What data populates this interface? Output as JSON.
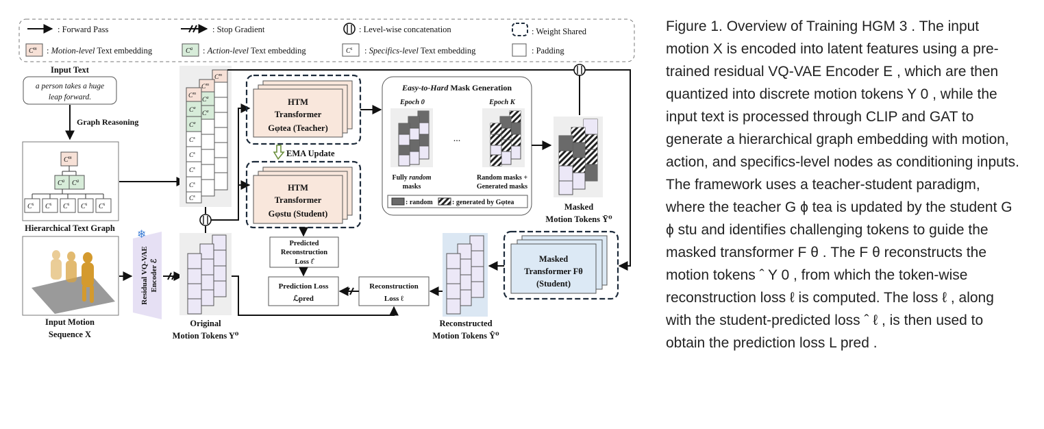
{
  "legend": {
    "forward_pass": ": Forward Pass",
    "stop_gradient": ": Stop Gradient",
    "levelwise_concat": ": Level-wise concatenation",
    "weight_shared": ": Weight Shared",
    "cm_token": "Cm",
    "ca_token": "Ca",
    "cs_token": "Cs",
    "motion_level_prefix": ":",
    "motion_level_italic": "Motion-level",
    "action_level_italic": "Action-level",
    "specifics_level_italic": "Specifics-level",
    "text_embedding": "Text embedding",
    "padding": ": Padding"
  },
  "left": {
    "input_text_title": "Input Text",
    "input_text_line1": "a person takes a huge",
    "input_text_line2": "leap forward.",
    "graph_reasoning": "Graph Reasoning",
    "hier_graph_title": "Hierarchical Text Graph",
    "input_motion_line1": "Input Motion",
    "input_motion_line2": "Sequence X"
  },
  "encoder": {
    "line1": "Residual VQ-VAE",
    "line2": "Encoder ℰ"
  },
  "tokens": {
    "original_line1": "Original",
    "original_line2": "Motion Tokens Y⁰",
    "masked_line1": "Masked",
    "masked_line2": "Motion Tokens Ȳ⁰",
    "reconstructed_line1": "Reconstructed",
    "reconstructed_line2": "Motion Tokens Ŷ⁰"
  },
  "teacher": {
    "line1": "HTM",
    "line2": "Transformer",
    "line3": "Gφtea (Teacher)"
  },
  "student": {
    "line1": "HTM",
    "line2": "Transformer",
    "line3": "Gφstu (Student)"
  },
  "ema_update": "EMA Update",
  "mask_gen": {
    "title_italic": "Easy-to-Hard",
    "title_rest": "Mask Generation",
    "epoch0": "Epoch 0",
    "epochK": "Epoch K",
    "ellipsis": "...",
    "fully_random_1": "Fully random",
    "fully_random_2": "masks",
    "random_gen_1": "Random masks +",
    "random_gen_2": "Generated masks",
    "legend_random": ": random",
    "legend_generated": ": generated by Gφtea"
  },
  "losses": {
    "predicted_1": "Predicted",
    "predicted_2": "Reconstruction",
    "predicted_3": "Loss ℓ̂",
    "prediction_1": "Prediction Loss",
    "prediction_2": "ℒpred",
    "recon_1": "Reconstruction",
    "recon_2": "Loss ℓ"
  },
  "masked_transformer": {
    "line1": "Masked",
    "line2": "Transformer Fθ",
    "line3": "(Student)"
  },
  "caption": {
    "label": "Figure 1.",
    "text": " Overview of Training HGM 3 . The input motion X is encoded into latent features using a pre-trained residual VQ-VAE Encoder E , which are then quantized into discrete motion tokens Y 0 , while the input text is processed through CLIP and GAT to generate a hierarchical graph embedding with motion, action, and specifics-level nodes as conditioning inputs. The framework uses a teacher-student paradigm, where the teacher G ϕ tea is updated by the student G ϕ stu and identifies challenging tokens to guide the masked transformer F θ . The F θ reconstructs the motion tokens ˆ Y 0 , from which the token-wise reconstruction loss ℓ is computed. The loss ℓ , along with the student-predicted loss ˆ ℓ , is then used to obtain the prediction loss L pred ."
  },
  "colors": {
    "cm_fill": "#f7e1d7",
    "ca_fill": "#d7ecd9",
    "token_fill": "#ece8f7",
    "teacher_fill": "#f9e7dc",
    "student_fill": "#f9e7dc",
    "masked_tf_fill": "#dce9f5",
    "mask_gray": "#6a6a6a",
    "encoder_fill": "#e6e0f4"
  }
}
